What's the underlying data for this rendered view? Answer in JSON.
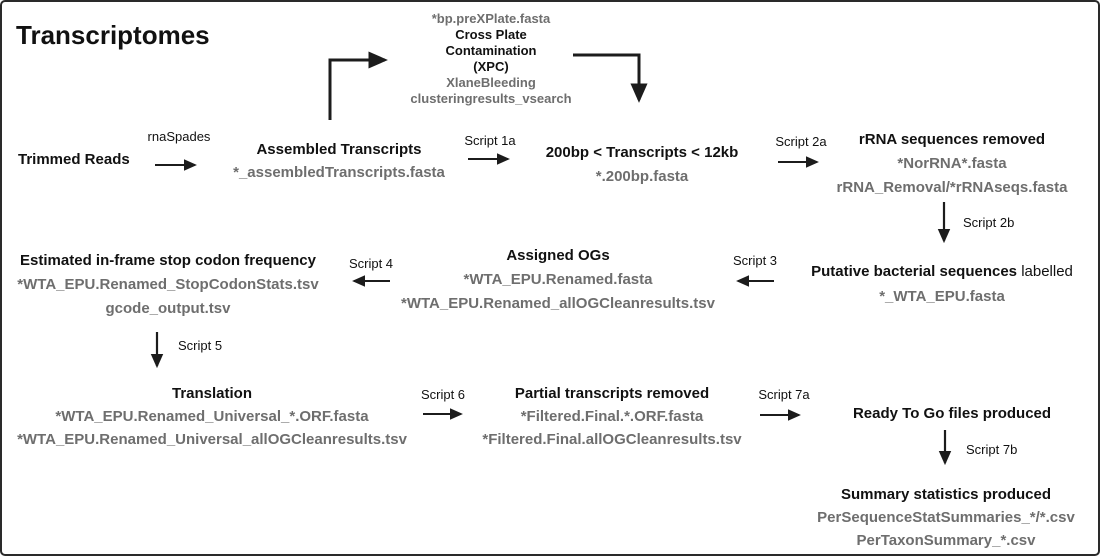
{
  "title": "Transcriptomes",
  "colors": {
    "text": "#111111",
    "file_text": "#6e6e6e",
    "arrow": "#1c1c1c",
    "border": "#2a2a2a",
    "background": "#ffffff"
  },
  "nodes": {
    "trimmed_reads": {
      "title": "Trimmed Reads"
    },
    "assembled": {
      "title": "Assembled Transcripts",
      "file1": "*_assembledTranscripts.fasta"
    },
    "xpc": {
      "file_above": "*bp.preXPlate.fasta",
      "line1": "Cross Plate",
      "line2": "Contamination",
      "line3": "(XPC)",
      "file1": "XlaneBleeding",
      "file2": "clusteringresults_vsearch"
    },
    "size_filter": {
      "title": "200bp < Transcripts < 12kb",
      "file1": "*.200bp.fasta"
    },
    "rrna_removed": {
      "title": "rRNA sequences removed",
      "file1": "*NorRNA*.fasta",
      "file2": "rRNA_Removal/*rRNAseqs.fasta"
    },
    "bacterial": {
      "title_bold": "Putative bacterial sequences ",
      "title_light": "labelled",
      "file1": "*_WTA_EPU.fasta"
    },
    "assigned_ogs": {
      "title": "Assigned OGs",
      "file1": "*WTA_EPU.Renamed.fasta",
      "file2": "*WTA_EPU.Renamed_allOGCleanresults.tsv"
    },
    "stop_codon": {
      "title": "Estimated in-frame stop codon frequency",
      "file1": "*WTA_EPU.Renamed_StopCodonStats.tsv",
      "file2": "gcode_output.tsv"
    },
    "translation": {
      "title": "Translation",
      "file1": "*WTA_EPU.Renamed_Universal_*.ORF.fasta",
      "file2": "*WTA_EPU.Renamed_Universal_allOGCleanresults.tsv"
    },
    "partial_removed": {
      "title": "Partial transcripts removed",
      "file1": "*Filtered.Final.*.ORF.fasta",
      "file2": "*Filtered.Final.allOGCleanresults.tsv"
    },
    "ready_to_go": {
      "title": "Ready To Go files produced"
    },
    "summary": {
      "title": "Summary statistics produced",
      "file1": "PerSequenceStatSummaries_*/*.csv",
      "file2": "PerTaxonSummary_*.csv"
    }
  },
  "arrow_labels": {
    "rnaspades": "rnaSpades",
    "script1a": "Script 1a",
    "script2a": "Script 2a",
    "script2b": "Script 2b",
    "script3": "Script 3",
    "script4": "Script 4",
    "script5": "Script 5",
    "script6": "Script 6",
    "script7a": "Script 7a",
    "script7b": "Script 7b"
  }
}
